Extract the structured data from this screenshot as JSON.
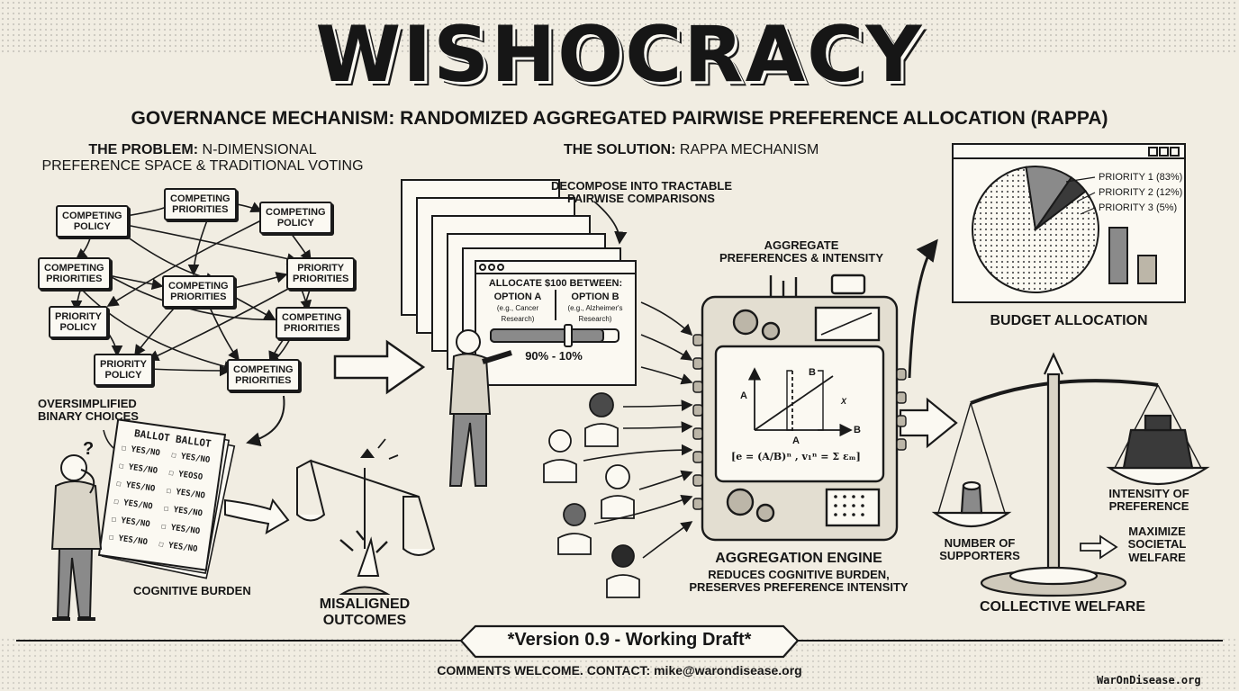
{
  "title": "WISHOCRACY",
  "subtitle": "GOVERNANCE MECHANISM: RANDOMIZED AGGREGATED PAIRWISE PREFERENCE ALLOCATION (RAPPA)",
  "problem": {
    "heading_key": "THE PROBLEM:",
    "heading_rest": "N-DIMENSIONAL",
    "heading_line2": "PREFERENCE SPACE & TRADITIONAL VOTING",
    "nodes": [
      "COMPETING\nPOLICY",
      "COMPETING\nPRIORITIES",
      "COMPETING\nPOLICY",
      "COMPETING\nPRIORITIES",
      "PRIORITY\nPRIORITIES",
      "COMPETING\nPRIORITIES",
      "PRIORITY\nPOLICY",
      "COMPETING\nPRIORITIES",
      "PRIORITY\nPOLICY",
      "COMPETING\nPRIORITIES"
    ],
    "oversimplified": "OVERSIMPLIFIED\nBINARY CHOICES",
    "ballot_title": "BALLOT BALLOT",
    "ballot_lines": [
      "YES/NO",
      "YES/NO",
      "YES/NO",
      "YEOSO",
      "YES/NO",
      "YES/NO",
      "YES/NO",
      "YES/NO",
      "YES/NO",
      "YES/NO",
      "YES/NO",
      "YES/NO"
    ],
    "question_mark": "?",
    "cognitive_burden": "COGNITIVE BURDEN",
    "misaligned": "MISALIGNED\nOUTCOMES"
  },
  "solution": {
    "heading_key": "THE SOLUTION:",
    "heading_rest": "RAPPA MECHANISM",
    "decompose": "DECOMPOSE INTO TRACTABLE\nPAIRWISE COMPARISONS",
    "allocate_title": "ALLOCATE $100 BETWEEN:",
    "option_a": "OPTION A",
    "option_a_example": "(e.g., Cancer\nResearch)",
    "option_b": "OPTION B",
    "option_b_example": "(e.g., Alzheimer's\nResearch)",
    "split": "90% - 10%",
    "aggregate": "AGGREGATE\nPREFERENCES & INTENSITY",
    "engine_title": "AGGREGATION ENGINE",
    "engine_desc": "REDUCES COGNITIVE BURDEN,\nPRESERVES PREFERENCE INTENSITY",
    "axis_a": "A",
    "axis_b": "B",
    "axis_x": "X",
    "formula": "[e = (A/B)ⁿ , v₁ⁿ = Σ εₘ]"
  },
  "budget": {
    "title": "BUDGET ALLOCATION",
    "legend": [
      "PRIORITY 1 (83%)",
      "PRIORITY 2 (12%)",
      "PRIORITY 3 (5%)"
    ]
  },
  "welfare": {
    "number_of_supporters": "NUMBER OF\nSUPPORTERS",
    "intensity": "INTENSITY OF\nPREFERENCE",
    "maximize": "MAXIMIZE\nSOCIETAL\nWELFARE",
    "collective": "COLLECTIVE WELFARE"
  },
  "footer": {
    "version": "*Version 0.9 - Working Draft*",
    "comments": "COMMENTS WELCOME. CONTACT: mike@warondisease.org",
    "watermark": "WarOnDisease.org"
  },
  "chart_data": {
    "type": "pie",
    "categories": [
      "PRIORITY 1",
      "PRIORITY 2",
      "PRIORITY 3"
    ],
    "values": [
      83,
      12,
      5
    ]
  },
  "colors": {
    "ink": "#1a1a1a",
    "paper": "#f1ede2",
    "panel": "#fbf9f2",
    "shade": "#8a8a8a"
  }
}
